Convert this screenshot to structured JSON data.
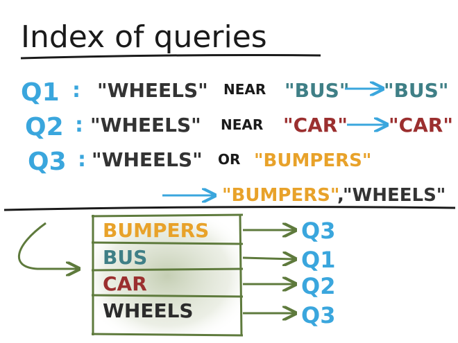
{
  "title": "Index of queries",
  "colors": {
    "ink": "#2b2b2b",
    "blue": "#3aa6dd",
    "teal": "#3f7f86",
    "red": "#9b2f2f",
    "orange": "#e8a22a",
    "green": "#5e7a3c",
    "greenFill": "#c9d3b8"
  },
  "queries": [
    {
      "id": "Q1",
      "colon": ":",
      "term1": "\"WHEELS\"",
      "op": "NEAR",
      "term2": "\"BUS\"",
      "result": "\"BUS\""
    },
    {
      "id": "Q2",
      "colon": ":",
      "term1": "\"WHEELS\"",
      "op": "NEAR",
      "term2": "\"CAR\"",
      "result": "\"CAR\""
    },
    {
      "id": "Q3",
      "colon": ":",
      "term1": "\"WHEELS\"",
      "op": "OR",
      "term2": "\"BUMPERS\"",
      "result_a": "\"BUMPERS\"",
      "result_sep": ",",
      "result_b": "\"WHEELS\""
    }
  ],
  "index": [
    {
      "term": "BUMPERS",
      "query": "Q3"
    },
    {
      "term": "BUS",
      "query": "Q1"
    },
    {
      "term": "CAR",
      "query": "Q2"
    },
    {
      "term": "WHEELS",
      "query": "Q3"
    }
  ]
}
